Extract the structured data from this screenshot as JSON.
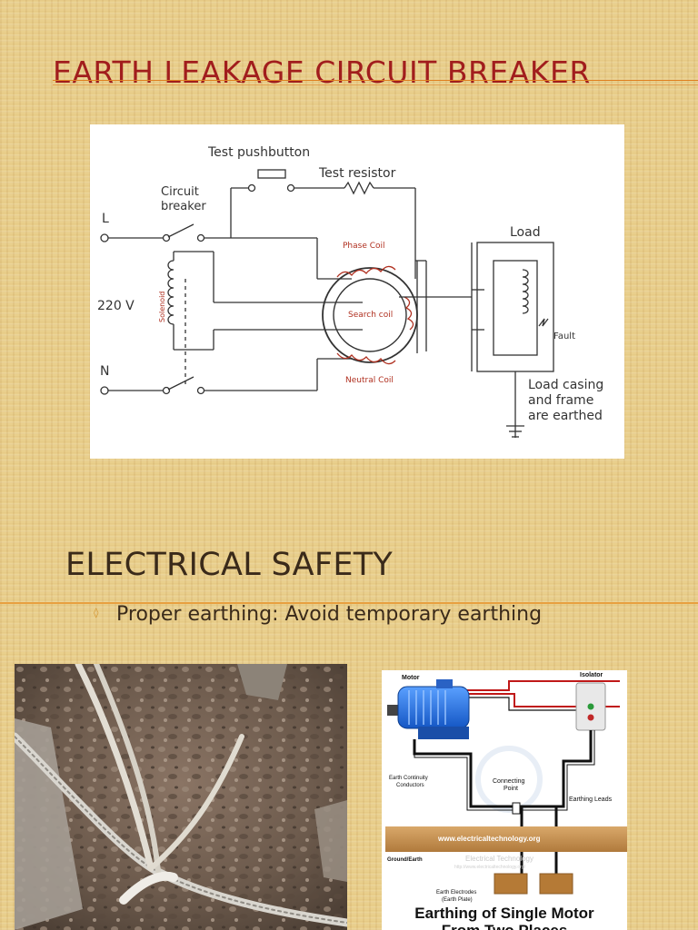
{
  "slide1": {
    "title": "Earth Leakage Circuit Breaker",
    "diagram": {
      "labels": {
        "test_pushbutton": "Test pushbutton",
        "test_resistor": "Test resistor",
        "circuit_breaker_line1": "Circuit",
        "circuit_breaker_line2": "breaker",
        "L": "L",
        "N": "N",
        "voltage": "220 V",
        "solenoid": "Solenoid",
        "phase_coil": "Phase Coil",
        "search_coil": "Search coil",
        "neutral_coil": "Neutral Coil",
        "load": "Load",
        "fault": "Fault",
        "casing_line1": "Load casing",
        "casing_line2": "and frame",
        "casing_line3": "are earthed"
      }
    }
  },
  "slide2": {
    "title": "Electrical Safety",
    "bullet": "Proper earthing: Avoid temporary earthing",
    "diagram": {
      "labels": {
        "motor": "Motor",
        "isolator": "Isolator",
        "earth_continuity_line1": "Earth Continuity",
        "earth_continuity_line2": "Conductors",
        "connecting_line1": "Connecting",
        "connecting_line2": "Point",
        "earthing_leads": "Earthing Leads",
        "website": "www.electricaltechnology.org",
        "watermark": "Electrical Technology",
        "watermark_url": "http://www.electricaltechnology.org/",
        "ground": "Ground/Earth",
        "electrodes_line1": "Earth Electrodes",
        "electrodes_line2": "(Earth Plate)",
        "caption_line1": "Earthing of Single Motor",
        "caption_line2": "From Two Places"
      }
    }
  },
  "colors": {
    "title1": "#a11d1d",
    "accent_rule": "#e08020",
    "title2": "#3a2a1a",
    "background": "#e9cf8c"
  }
}
